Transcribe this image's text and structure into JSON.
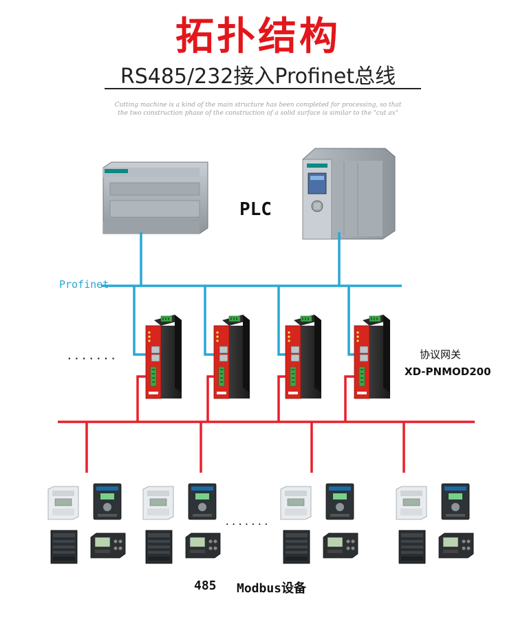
{
  "header": {
    "title": "拓扑结构",
    "subtitle": "RS485/232接入Profinet总线",
    "decorative_line_1": "Cutting machine is a kind of the main structure has been completed for processing, so that",
    "decorative_line_2": "the two construction phase of the construction of a solid surface is similar to the \"cut ax\""
  },
  "labels": {
    "plc": "PLC",
    "profinet": "Profinet",
    "gateway_ellipsis": ".......",
    "gateway_line1": "协议网关",
    "gateway_line2": "XD-PNMOD200",
    "device_ellipsis": ".......",
    "rs485": "485",
    "modbus_devices": "Modbus设备"
  },
  "colors": {
    "title": "#e3161b",
    "profinet_bus": "#28a7d4",
    "rs485_bus": "#e8202a",
    "gateway_body": "#d7261e"
  },
  "icons": {
    "plc_left": "siemens-s7-1200-plc-icon",
    "plc_right": "siemens-s7-1500-plc-icon",
    "gateway": "din-rail-gateway-icon",
    "energy_meter": "energy-meter-icon",
    "inverter": "frequency-inverter-icon",
    "drive": "drive-unit-icon",
    "controller": "lcd-controller-icon"
  }
}
